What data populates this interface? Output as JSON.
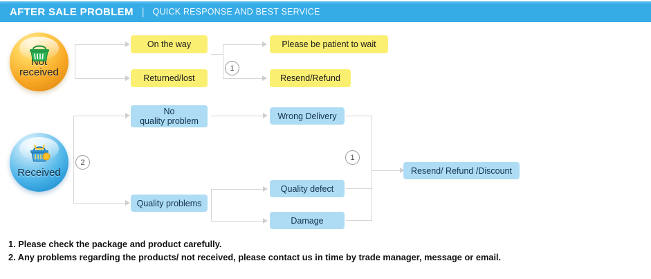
{
  "header": {
    "title": "AFTER SALE PROBLEM",
    "separator": "|",
    "subtitle": "QUICK RESPONSE AND BEST SERVICE",
    "bg_color": "#36ace6",
    "text_color": "#ffffff"
  },
  "colors": {
    "yellow_box": "#fbef72",
    "blue_box": "#aedcf4",
    "connector": "#d6d6d6",
    "orange_sphere": "#f7a623",
    "blue_sphere": "#4cb4e8"
  },
  "nodes": {
    "not_received": {
      "label_line1": "Not",
      "label_line2": "received",
      "icon": "shopping-basket-icon"
    },
    "received": {
      "label": "Received",
      "icon": "shopping-basket-icon"
    },
    "on_the_way": "On the way",
    "returned_lost": "Returned/lost",
    "please_wait": "Please be patient to wait",
    "resend_refund": "Resend/Refund",
    "no_quality_problem_line1": "No",
    "no_quality_problem_line2": "quality problem",
    "quality_problems": "Quality problems",
    "wrong_delivery": "Wrong Delivery",
    "quality_defect": "Quality defect",
    "damage": "Damage",
    "resend_refund_discount": "Resend/ Refund /Discount"
  },
  "markers": {
    "one_top": "1",
    "two_left": "2",
    "one_bottom": "1"
  },
  "notes": [
    "1. Please check the package and product carefully.",
    "2. Any problems regarding the products/ not received, please contact us in time by trade manager, message or email."
  ]
}
